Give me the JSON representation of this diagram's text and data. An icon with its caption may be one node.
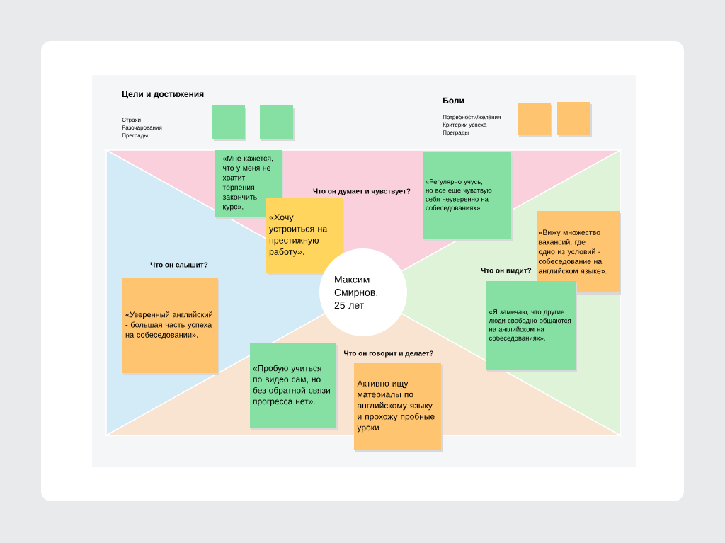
{
  "diagram": {
    "nodes": [
      {
        "text": [],
        "shape": "box"
      },
      {
        "text": [],
        "shape": "box"
      },
      {
        "text": [],
        "shape": "box"
      },
      {
        "text": [],
        "shape": "box"
      },
      {
        "text": [
          "«Мне кажется, что у меня не хватит терпения закончить курс»."
        ]
      },
      {
        "text": [
          "«Хочу устроиться на престижную работу»."
        ]
      },
      {
        "text": [
          "«Регулярно учусь, но все еще чувствую себя неуверенно на собеседованиях»."
        ]
      },
      {
        "text": [
          "«Вижу множество вакансий, где одно из условий - собеседование на английском языке»."
        ]
      },
      {
        "text": [
          "«Уверенный английский - большая часть успеха на собеседовании»."
        ]
      },
      {
        "text": [
          "Максим Смирнов, 25 лет"
        ]
      },
      {
        "text": [
          "«Я замечаю, что другие люди свободно общаются на английском на собеседованиях»."
        ]
      },
      {
        "text": [
          "«Пробую учиться по видео сам, но без обратной связи прогресса нет»."
        ]
      },
      {
        "text": [
          "Активно ищу материалы по английскому языку и прохожу пробные уроки"
        ]
      }
    ],
    "labels": [
      "Цели и достижения",
      "Страхи",
      "Разочарования",
      "Преграды",
      "Боли",
      "Потребности/желания",
      "Критерии успеха",
      "Преграды",
      "Что он думает и чувствует?",
      "Что он слышит?",
      "Что он видит?",
      "Что он говорит и делает?"
    ]
  }
}
